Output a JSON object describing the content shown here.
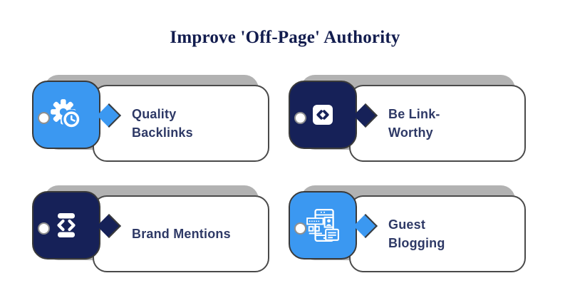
{
  "title": "Improve 'Off-Page' Authority",
  "colors": {
    "background": "#ffffff",
    "title_text": "#121c4e",
    "label_text": "#2e3966",
    "accent_blue": "#3b98f1",
    "accent_navy": "#162158",
    "card_border": "#4a4a4a",
    "offset_shadow": "#b2b2b2",
    "icon_color": "#ffffff"
  },
  "cards": [
    {
      "icon": "gear-clock-icon",
      "accent": "blue",
      "lines": [
        "Quality",
        "Backlinks"
      ]
    },
    {
      "icon": "code-brackets-icon",
      "accent": "navy",
      "lines": [
        "Be Link-",
        "Worthy"
      ]
    },
    {
      "icon": "mobile-code-icon",
      "accent": "navy",
      "lines": [
        "Brand Mentions"
      ]
    },
    {
      "icon": "guest-blog-icon",
      "accent": "blue",
      "lines": [
        "Guest",
        "Blogging"
      ]
    }
  ]
}
